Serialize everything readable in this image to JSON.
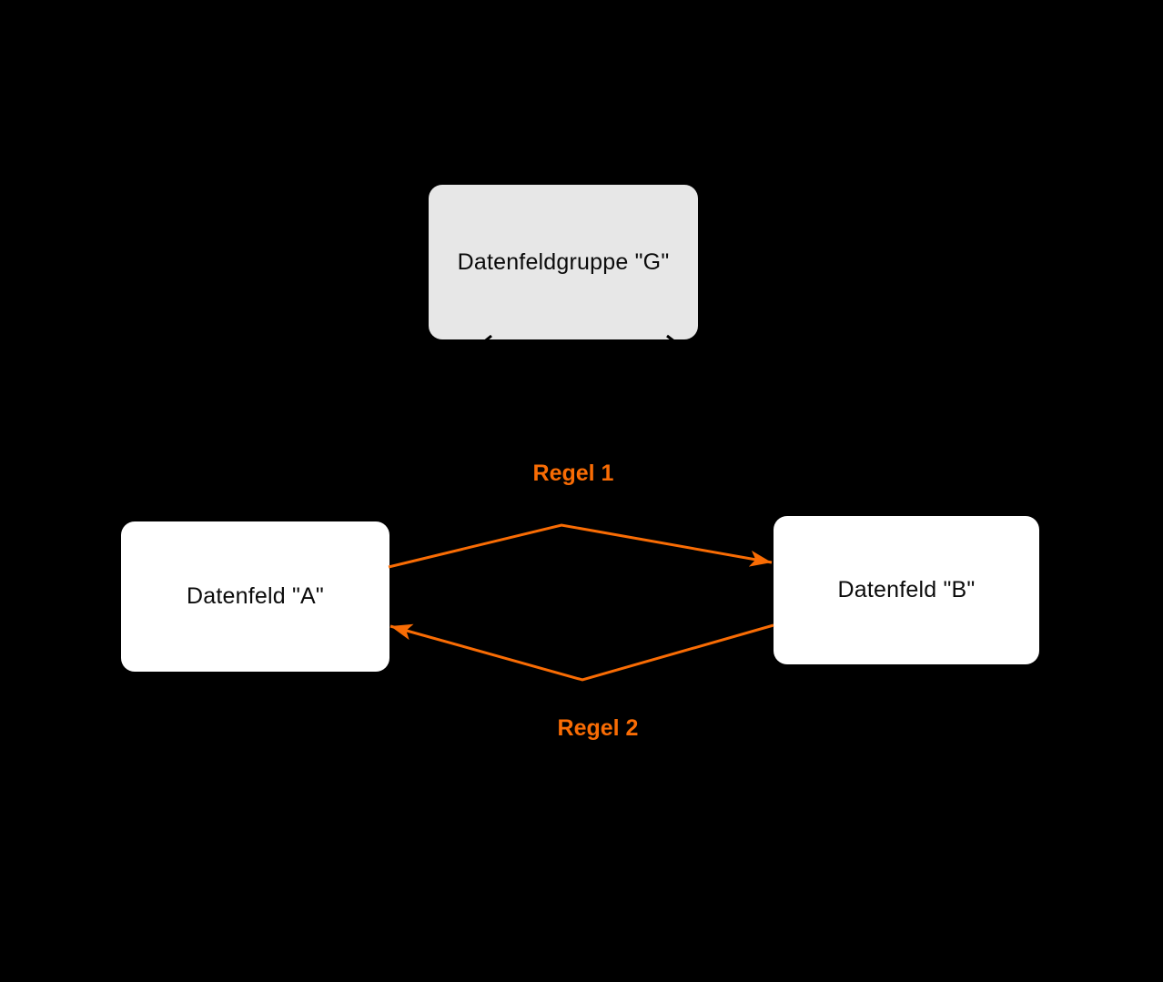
{
  "diagram": {
    "canvas_background": "#000000",
    "nodes": {
      "group": {
        "label": "Datenfeldgruppe \"G\"",
        "fill": "#e7e7e7",
        "text_color": "#0b0b0b"
      },
      "field_a": {
        "label": "Datenfeld \"A\"",
        "fill": "#ffffff",
        "text_color": "#0b0b0b"
      },
      "field_b": {
        "label": "Datenfeld \"B\"",
        "fill": "#ffffff",
        "text_color": "#0b0b0b"
      }
    },
    "edges": {
      "rule1": {
        "label": "Regel 1",
        "color": "#f96c04",
        "from": "Datenfeld \"A\"",
        "to": "Datenfeld \"B\""
      },
      "rule2": {
        "label": "Regel 2",
        "color": "#f96c04",
        "from": "Datenfeld \"B\"",
        "to": "Datenfeld \"A\""
      }
    },
    "connectors": {
      "color": "#000000"
    }
  }
}
